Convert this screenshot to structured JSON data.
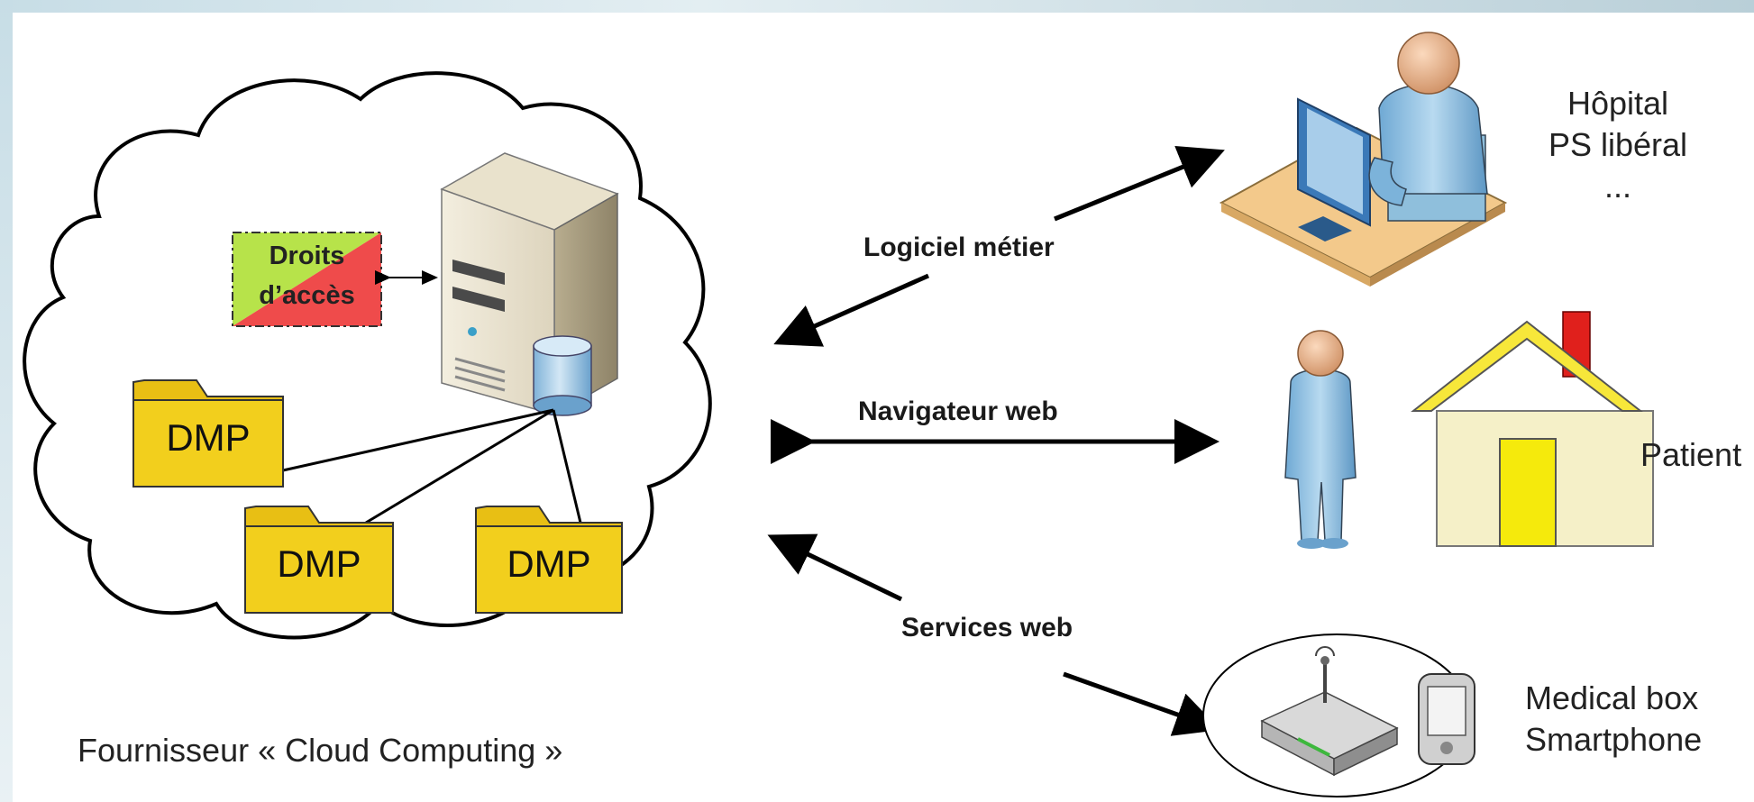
{
  "cloud": {
    "provider_label": "Fournisseur « Cloud Computing »",
    "access_rights_line1": "Droits",
    "access_rights_line2": "d’accès",
    "folders": [
      "DMP",
      "DMP",
      "DMP"
    ]
  },
  "connections": {
    "software": "Logiciel métier",
    "browser": "Navigateur web",
    "services": "Services web"
  },
  "endpoints": {
    "hospital_line1": "Hôpital",
    "hospital_line2": "PS libéral",
    "hospital_line3": "...",
    "patient": "Patient",
    "device_line1": "Medical box",
    "device_line2": "Smartphone"
  },
  "colors": {
    "folder": "#f2cf1d",
    "cylinder": "#a9cde8",
    "person": "#8fc1e3",
    "skin": "#e8b28a",
    "house_roof": "#f7e73a",
    "house_wall": "#f5f0c8",
    "chimney": "#e0201c",
    "desk": "#f3c98b",
    "rights_green": "#b7e34a",
    "rights_red": "#ef4b4b"
  }
}
